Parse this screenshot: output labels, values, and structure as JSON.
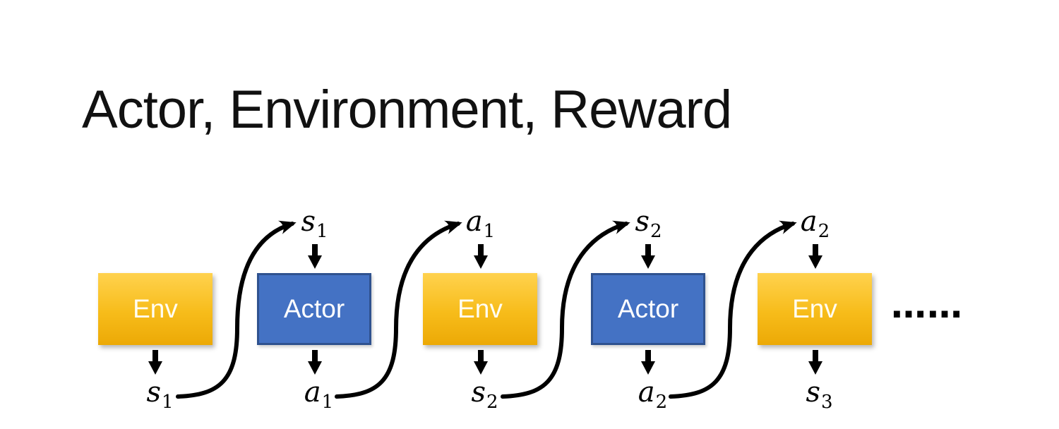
{
  "title": "Actor, Environment, Reward",
  "colors": {
    "env_gradient_top": "#FFD24E",
    "env_gradient_bottom": "#ECA906",
    "actor_fill": "#4472C4",
    "actor_border": "#2F528F",
    "box_text": "#FFFFFF",
    "arrow": "#000000",
    "title_text": "#111111",
    "background": "#FFFFFF"
  },
  "diagram": {
    "boxes": [
      {
        "label": "Env",
        "kind": "environment"
      },
      {
        "label": "Actor",
        "kind": "actor"
      },
      {
        "label": "Env",
        "kind": "environment"
      },
      {
        "label": "Actor",
        "kind": "actor"
      },
      {
        "label": "Env",
        "kind": "environment"
      }
    ],
    "top_labels": [
      {
        "base": "s",
        "sub": "1"
      },
      {
        "base": "a",
        "sub": "1"
      },
      {
        "base": "s",
        "sub": "2"
      },
      {
        "base": "a",
        "sub": "2"
      }
    ],
    "bottom_labels": [
      {
        "base": "s",
        "sub": "1"
      },
      {
        "base": "a",
        "sub": "1"
      },
      {
        "base": "s",
        "sub": "2"
      },
      {
        "base": "a",
        "sub": "2"
      },
      {
        "base": "s",
        "sub": "3"
      }
    ],
    "ellipsis": "……"
  }
}
